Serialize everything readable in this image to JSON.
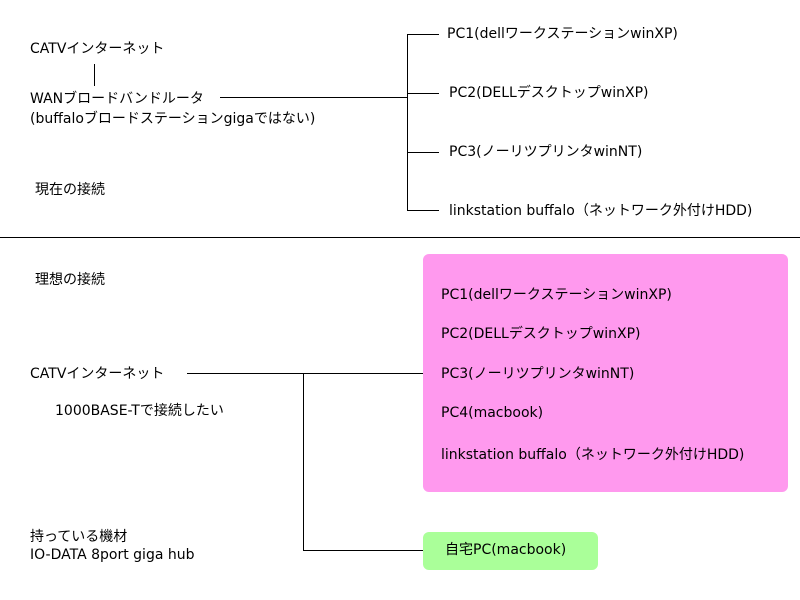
{
  "colors": {
    "background": "#ffffff",
    "line": "#000000",
    "ideal_box": "#ff99ee",
    "home_pc_box": "#aaff99",
    "divider": "#000000"
  },
  "current": {
    "catv": "CATVインターネット",
    "router_line1": "WANブロードバンドルータ",
    "router_line2": "(buffaloブロードステーションgigaではない)",
    "label": "現在の接続",
    "devices": [
      "PC1(dellワークステーションwinXP)",
      "PC2(DELLデスクトップwinXP)",
      "PC3(ノーリツプリンタwinNT)",
      "linkstation buffalo（ネットワーク外付けHDD)"
    ]
  },
  "ideal": {
    "label": "理想の接続",
    "catv": "CATVインターネット",
    "note": "1000BASE-Tで接続したい",
    "owned_label": "持っている機材",
    "owned_item": "IO-DATA 8port giga hub",
    "devices": [
      "PC1(dellワークステーションwinXP)",
      "PC2(DELLデスクトップwinXP)",
      "PC3(ノーリツプリンタwinNT)",
      "PC4(macbook)",
      "linkstation buffalo（ネットワーク外付けHDD)"
    ],
    "home_pc": "自宅PC(macbook)"
  }
}
